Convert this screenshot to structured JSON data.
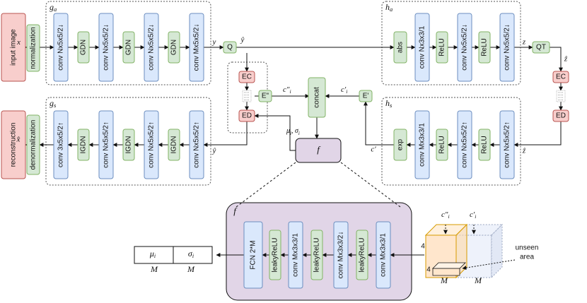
{
  "colors": {
    "io_fill": "#f8cecc",
    "io_stroke": "#b85450",
    "conv_fill": "#dae8fc",
    "conv_stroke": "#6c8ebf",
    "green_fill": "#d5e8d4",
    "green_stroke": "#82b366",
    "f_fill": "#e1d5e7",
    "f_stroke": "#9673a6",
    "cube_front": "#ffe6cc",
    "cube_front_stroke": "#d79b00",
    "cube_back": "#eef2fb",
    "cube_back_stroke": "#9aa6c0"
  },
  "groups": {
    "ga": "g",
    "ga_sub": "a",
    "ha": "h",
    "ha_sub": "a",
    "gs": "g",
    "gs_sub": "s",
    "hs": "h",
    "hs_sub": "s",
    "f": "f"
  },
  "top_row": {
    "input": "input image",
    "normalization": "normalization",
    "ga_layers": [
      "conv Nx5x5/2↓",
      "GDN",
      "conv Nx5x5/2↓",
      "GDN",
      "conv Nx5x5/2↓",
      "GDN",
      "conv Mx5x5/2↓"
    ],
    "q": "Q",
    "ha_layers": [
      "abs",
      "conv Nx3x3/1",
      "ReLU",
      "conv Nx5x5/2↓",
      "ReLU",
      "conv Nx5x5/2↓"
    ],
    "qt": "QT"
  },
  "bottom_row": {
    "output": "reconstruction",
    "denormalization": "denormalization",
    "gs_layers": [
      "conv 3x5x5/2↑",
      "IGDN",
      "conv Nx5x5/2↑",
      "IGDN",
      "conv Nx5x5/2↑",
      "IGDN",
      "conv Nx5x5/2↑"
    ],
    "hs_layers": [
      "exp",
      "conv Mx3x3/1",
      "ReLU",
      "conv Nx5x5/2↑",
      "ReLU",
      "conv Nx5x5/2↑"
    ]
  },
  "blocks": {
    "ec": "EC",
    "ed": "ED",
    "e2": "E\"",
    "e1": "E'",
    "concat": "concat",
    "f": "f"
  },
  "f_layers": [
    "FCN 2*M",
    "leakyReLU",
    "conv Mx3x3/1",
    "leakyReLU",
    "conv Mx3x3/2↓",
    "leakyReLU",
    "conv Mx3x3/1"
  ],
  "labels": {
    "x": "x",
    "y": "y",
    "y_hat": "ŷ",
    "z": "z",
    "z_hat": "ẑ",
    "x_hat": "x̂",
    "c2": "c″",
    "c2_sub": "i",
    "c1": "c′",
    "c1_sub": "i",
    "c_prime": "c′",
    "mu_sigma": "μ",
    "mu_sigma_sub": "i",
    "mu_sigma_rest": ", σ",
    "mu_sigma_sub2": "i"
  },
  "output_table": {
    "mu": "μ",
    "mu_sub": "i",
    "sigma": "σ",
    "sigma_sub": "i",
    "m1": "M",
    "m2": "M"
  },
  "cube": {
    "dim_top": "4",
    "dim_side": "4",
    "m_front": "M",
    "m_back": "M",
    "c2": "c″",
    "c2_sub": "i",
    "c1": "c′",
    "c1_sub": "i",
    "unseen": "unseen",
    "area": "area"
  }
}
